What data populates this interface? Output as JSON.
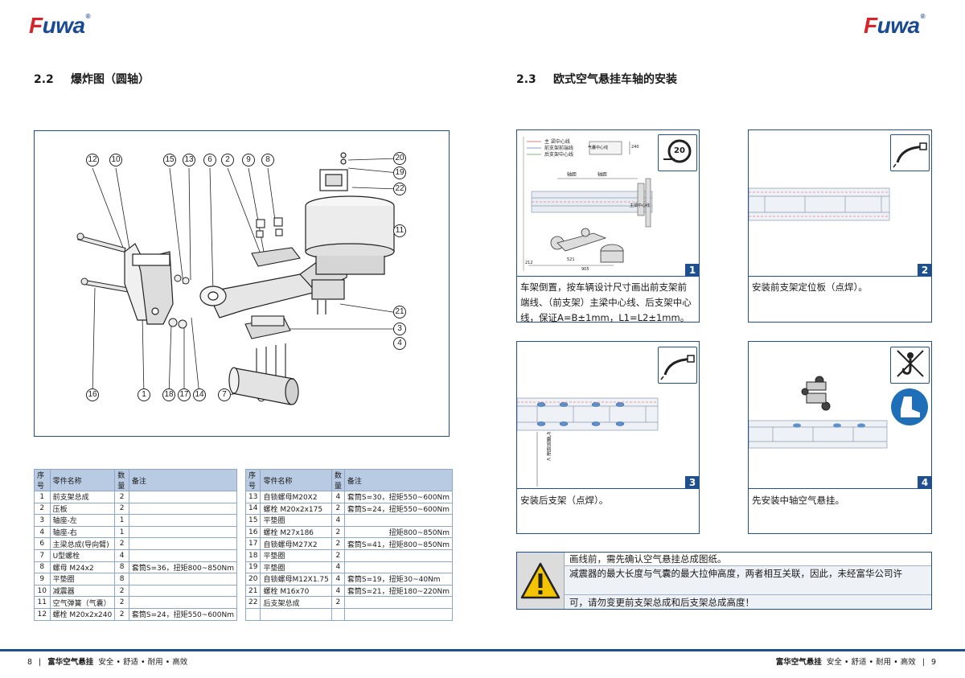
{
  "brand": {
    "name": "Fuwa",
    "reg": "®"
  },
  "left_section": {
    "number": "2.2",
    "title": "爆炸图（圆轴）"
  },
  "right_section": {
    "number": "2.3",
    "title": "欧式空气悬挂车轴的安装"
  },
  "callouts": {
    "top": [
      "12",
      "10",
      "15",
      "13",
      "6",
      "2",
      "9",
      "8"
    ],
    "right": [
      "20",
      "19",
      "22",
      "11",
      "21",
      "3",
      "4"
    ],
    "bottom": [
      "16",
      "1",
      "18",
      "17",
      "14",
      "7"
    ]
  },
  "parts_table": {
    "headers": [
      "序号",
      "零件名称",
      "数量",
      "备注"
    ],
    "left_rows": [
      [
        "1",
        "前支架总成",
        "2",
        ""
      ],
      [
        "2",
        "压板",
        "2",
        ""
      ],
      [
        "3",
        "轴座-左",
        "1",
        ""
      ],
      [
        "4",
        "轴座-右",
        "1",
        ""
      ],
      [
        "6",
        "主梁总成(导向臂)",
        "2",
        ""
      ],
      [
        "7",
        "U型螺栓",
        "4",
        ""
      ],
      [
        "8",
        "螺母 M24x2",
        "8",
        "套筒S=36，扭矩800~850Nm"
      ],
      [
        "9",
        "平垫圈",
        "8",
        ""
      ],
      [
        "10",
        "减震器",
        "2",
        ""
      ],
      [
        "11",
        "空气弹簧（气囊）",
        "2",
        ""
      ],
      [
        "12",
        "螺栓 M20x2x240",
        "2",
        "套筒S=24，扭矩550~600Nm"
      ]
    ],
    "right_rows": [
      [
        "13",
        "自锁螺母M20X2",
        "4",
        "套筒S=30，扭矩550~600Nm"
      ],
      [
        "14",
        "螺栓 M20x2x175",
        "2",
        "套筒S=24，扭矩550~600Nm"
      ],
      [
        "15",
        "平垫圈",
        "4",
        ""
      ],
      [
        "16",
        "螺栓 M27x186",
        "2",
        "扭矩800~850Nm"
      ],
      [
        "17",
        "自锁螺母M27X2",
        "2",
        "套筒S=41，扭矩800~850Nm"
      ],
      [
        "18",
        "平垫圈",
        "2",
        ""
      ],
      [
        "19",
        "平垫圈",
        "4",
        ""
      ],
      [
        "20",
        "自锁螺母M12X1.75",
        "4",
        "套筒S=19，扭矩30~40Nm"
      ],
      [
        "21",
        "螺栓 M16x70",
        "4",
        "套筒S=21，扭矩180~220Nm"
      ],
      [
        "22",
        "后支架总成",
        "2",
        ""
      ],
      [
        "",
        "",
        "",
        ""
      ]
    ]
  },
  "steps": [
    {
      "badge": "1",
      "caption": "车架倒置，按车辆设计尺寸画出前支架前端线、（前支架）主梁中心线、后支架中心线，保证A=B±1mm，L1=L2±1mm。",
      "legend": [
        "主 梁中心线",
        "前支架前端线",
        "后支架中心线"
      ],
      "labels": {
        "axis1": "轴距",
        "axis2": "轴距",
        "main_center": "主梁中心线",
        "bag_center": "气囊中心线",
        "d1": "240",
        "d2": "212",
        "d3": "521",
        "d4": "905"
      },
      "tool": "20"
    },
    {
      "badge": "2",
      "caption": "安装前支架定位板（点焊）。"
    },
    {
      "badge": "3",
      "caption": "安装后支架（点焊）。",
      "vlabel": "气囊到前距 V"
    },
    {
      "badge": "4",
      "caption": "先安装中轴空气悬挂。"
    }
  ],
  "warning": {
    "line1": "画线前，需先确认空气悬挂总成图纸。",
    "line2": "减震器的最大长度与气囊的最大拉伸高度，两者相互关联，因此，未经富华公司许",
    "line3": "可，请勿变更前支架总成和后支架总成高度！"
  },
  "footer": {
    "left_page": "8",
    "right_page": "9",
    "slogan_brand": "富华空气悬挂",
    "slogan": "安全 • 舒适 • 耐用 • 高效"
  },
  "colors": {
    "brand_blue": "#1f4f8f",
    "logo_red": "#d8232a",
    "table_header": "#b8cbe2"
  }
}
